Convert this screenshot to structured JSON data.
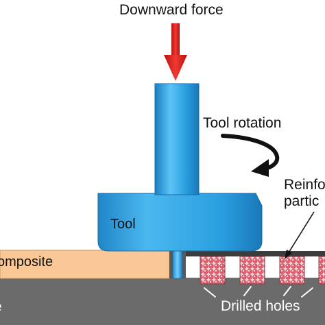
{
  "labels": {
    "downward_force": "Downward force",
    "tool_rotation": "Tool rotation",
    "reinforcement_line1": "Reinfo",
    "reinforcement_line2": "partic",
    "tool": "Tool",
    "composite": "omposite",
    "substrate": "e",
    "drilled_holes": "Drilled holes"
  },
  "holes_count": 4,
  "colors": {
    "tool_blue": "#2a9fe0",
    "tool_edge": "#1a78b8",
    "arrow_red": "#e52420",
    "composite": "#f9c896",
    "substrate": "#6b6b6b",
    "particle": "#e06070"
  }
}
